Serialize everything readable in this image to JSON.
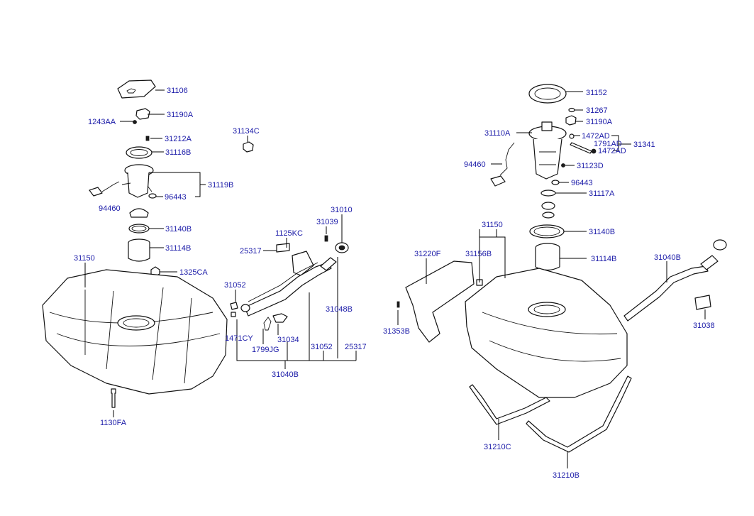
{
  "labels": {
    "l31106": "31106",
    "l1243AA": "1243AA",
    "l31190A_left": "31190A",
    "l31212A": "31212A",
    "l31116B": "31116B",
    "l96443_left": "96443",
    "l31119B": "31119B",
    "l94460_left": "94460",
    "l31140B_left": "31140B",
    "l31114B_left": "31114B",
    "l1325CA": "1325CA",
    "l31150_left": "31150",
    "l1130FA": "1130FA",
    "l31134C": "31134C",
    "l1125KC": "1125KC",
    "l25317_top": "25317",
    "l31039": "31039",
    "l31010": "31010",
    "l31052_left": "31052",
    "l31048B": "31048B",
    "l1471CY": "1471CY",
    "l1799JG": "1799JG",
    "l31034": "31034",
    "l31052_bottom": "31052",
    "l25317_bottom": "25317",
    "l31040B_bottom": "31040B",
    "l31152": "31152",
    "l31267": "31267",
    "l31190A_right": "31190A",
    "l31110A": "31110A",
    "l1472AD_top": "1472AD",
    "l1791AD": "1791AD",
    "l1472AD_bottom": "1472AD",
    "l31341": "31341",
    "l94460_right": "94460",
    "l31123D": "31123D",
    "l96443_right": "96443",
    "l31117A": "31117A",
    "l31150_right": "31150",
    "l31140B_right": "31140B",
    "l31220F": "31220F",
    "l31156B": "31156B",
    "l31114B_right": "31114B",
    "l31040B_right": "31040B",
    "l31353B": "31353B",
    "l31038": "31038",
    "l31210C": "31210C",
    "l31210B": "31210B"
  },
  "colors": {
    "label": "#1a1aa8",
    "line": "#000000",
    "background": "#ffffff"
  }
}
